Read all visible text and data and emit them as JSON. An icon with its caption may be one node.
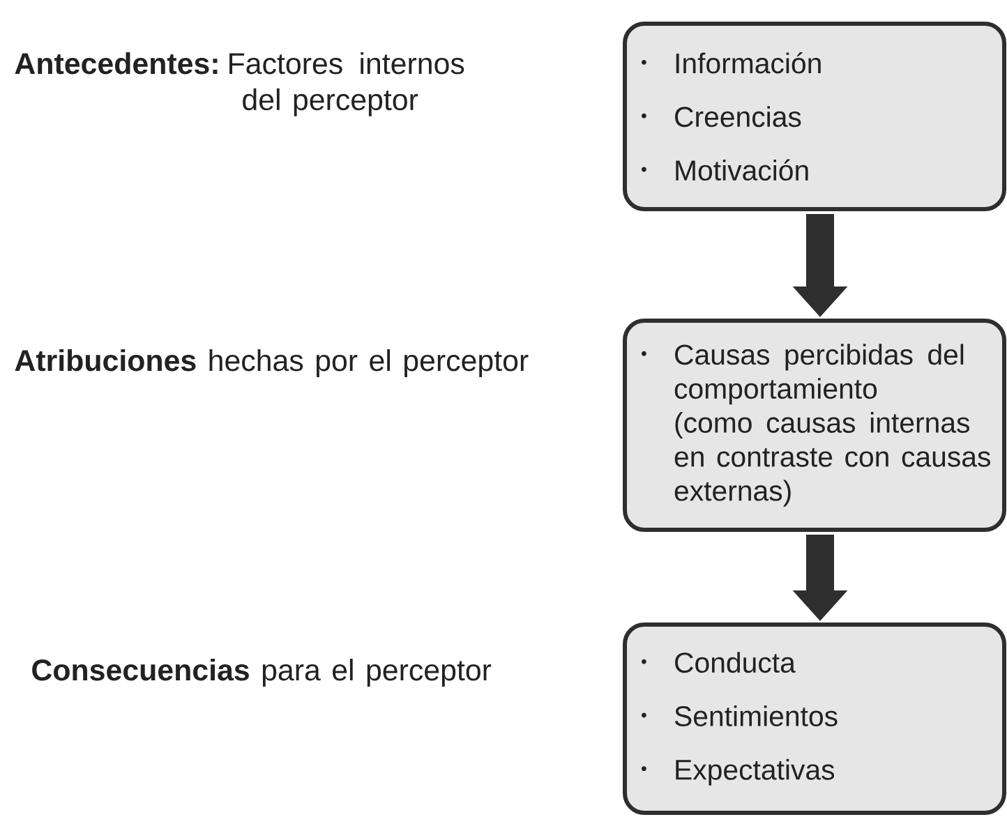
{
  "diagram": {
    "nodes": [
      {
        "text": [
          "Información",
          "Creencias",
          "Motivación"
        ]
      },
      {
        "text": [
          "Causas percibidas del comportamiento",
          "(como causas internas en contraste con causas externas)"
        ]
      },
      {
        "text": [
          "Conducta",
          "Sentimientos",
          "Expectativas"
        ]
      }
    ],
    "edges": [
      {
        "from": 0,
        "to": 1,
        "arrow": "to"
      },
      {
        "from": 1,
        "to": 2,
        "arrow": "to"
      }
    ],
    "labels": [
      "**Antecedentes:** Factores internos del perceptor",
      "**Atribuciones** hechas por el perceptor",
      "**Consecuencias** para el perceptor"
    ]
  }
}
